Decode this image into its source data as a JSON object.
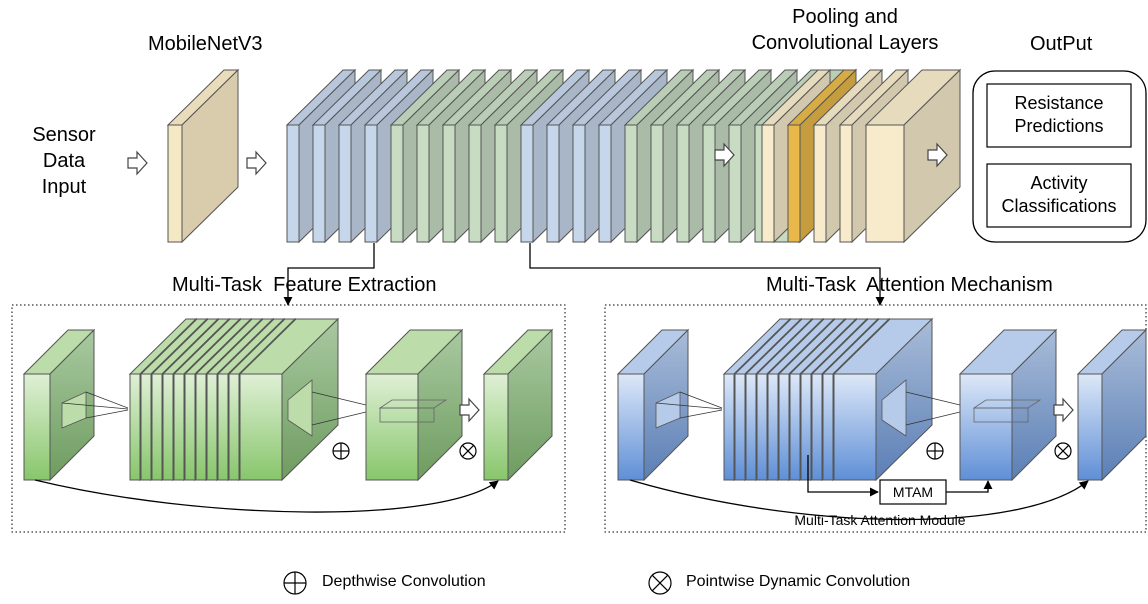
{
  "labels": {
    "sensor_input": [
      "Sensor",
      "Data",
      "Input"
    ],
    "backbone": "MobileNetV3",
    "pooling": [
      "Pooling and",
      "Convolutional Layers"
    ],
    "output_title": "OutPut",
    "output_items": [
      [
        "Resistance",
        "Predictions"
      ],
      [
        "Activity",
        "Classifications"
      ]
    ],
    "feature_extraction": "Multi-Task  Feature Extraction",
    "attention_mechanism": "Multi-Task  Attention Mechanism",
    "mtam": "MTAM",
    "mtam_module": "Multi-Task Attention Module"
  },
  "legend": [
    {
      "symbol": "oplus",
      "label": "Depthwise Convolution"
    },
    {
      "symbol": "otimes",
      "label": "Pointwise Dynamic Convolution"
    }
  ],
  "colors": {
    "input_layer": "#f5e8c5",
    "backbone_blue": "#c6d6eb",
    "backbone_green": "#c8dcc4",
    "pool_light": "#f7ebcb",
    "pool_gold": "#e8b94a",
    "green_block": "#8fca76",
    "blue_block": "#6d97d9",
    "stroke": "#555555"
  }
}
